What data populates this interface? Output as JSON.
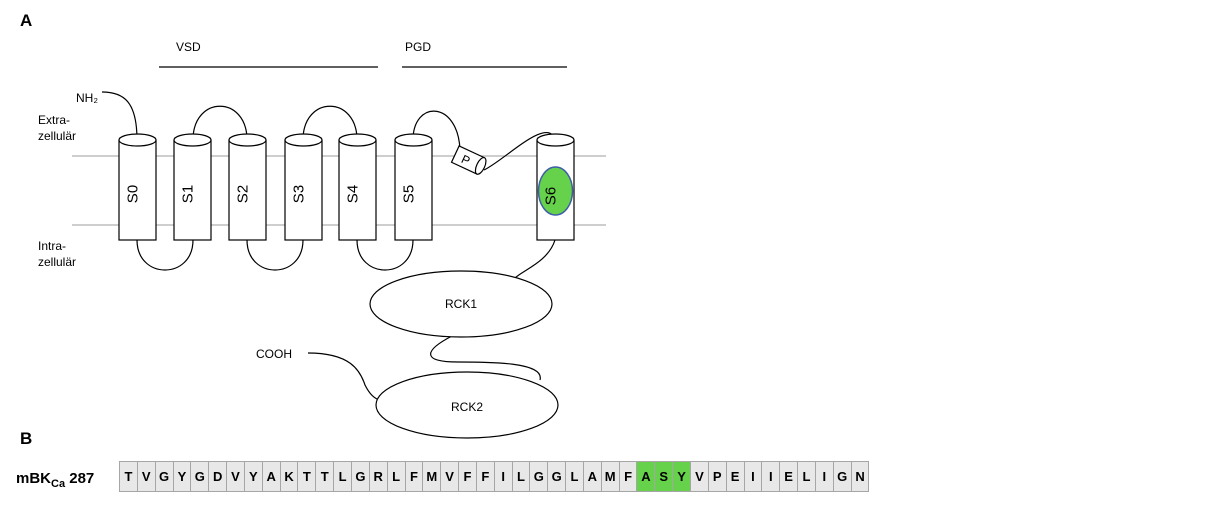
{
  "panel_a": "A",
  "panel_b": "B",
  "domains": {
    "vsd": "VSD",
    "pgd": "PGD"
  },
  "termini": {
    "n": "NH₂",
    "c": "COOH"
  },
  "regions": {
    "extra_line1": "Extra-",
    "extra_line2": "zellulär",
    "intra_line1": "Intra-",
    "intra_line2": "zellulär"
  },
  "segments": [
    "S0",
    "S1",
    "S2",
    "S3",
    "S4",
    "S5"
  ],
  "p_loop": "P",
  "s6": "S6",
  "rck1": "RCK1",
  "rck2": "RCK2",
  "highlight_color": "#66d14a",
  "sequence": {
    "label_main": "mBK",
    "label_sub": "Ca",
    "label_num": " 287",
    "residues": [
      "T",
      "V",
      "G",
      "Y",
      "G",
      "D",
      "V",
      "Y",
      "A",
      "K",
      "T",
      "T",
      "L",
      "G",
      "R",
      "L",
      "F",
      "M",
      "V",
      "F",
      "F",
      "I",
      "L",
      "G",
      "G",
      "L",
      "A",
      "M",
      "F",
      "A",
      "S",
      "Y",
      "V",
      "P",
      "E",
      "I",
      "I",
      "E",
      "L",
      "I",
      "G",
      "N"
    ],
    "highlighted": [
      29,
      30,
      31
    ]
  }
}
